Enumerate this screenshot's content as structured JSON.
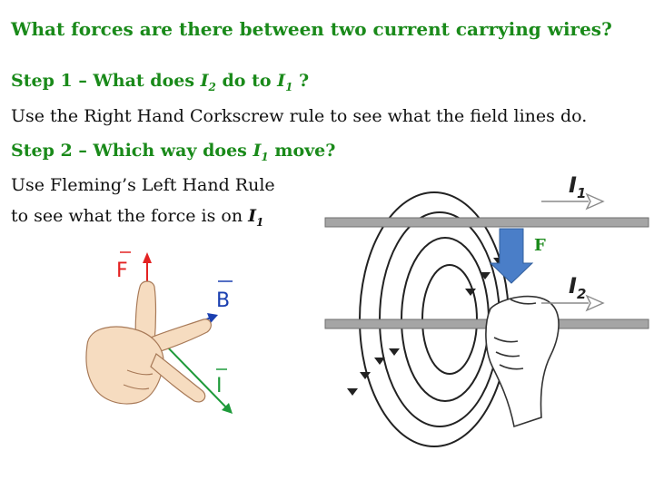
{
  "heading": {
    "title": "What forces are there between two current carrying wires?"
  },
  "step1": {
    "prefix": "Step 1 – What does ",
    "i2_letter": "I",
    "i2_sub": "2",
    "middle": " do to ",
    "i1_letter": "I",
    "i1_sub": "1",
    "suffix": " ?",
    "body": "Use the Right Hand Corkscrew rule to see what the field lines do."
  },
  "step2": {
    "prefix": "Step 2 – Which way does ",
    "i1_letter": "I",
    "i1_sub": "1",
    "suffix": " move?",
    "body_line1": "Use Fleming’s Left Hand Rule",
    "body_line2_prefix": "to see what the force is on ",
    "body_i1_letter": "I",
    "body_i1_sub": "1"
  },
  "left_hand_diagram": {
    "force_label": "F",
    "field_label": "B",
    "current_label": "I",
    "colors": {
      "force": "#e32222",
      "field": "#1a3fb0",
      "current": "#1e9a3a"
    }
  },
  "wires_diagram": {
    "current_top_letter": "I",
    "current_top_sub": "1",
    "current_bottom_letter": "I",
    "current_bottom_sub": "2",
    "force_label": "F",
    "colors": {
      "force_arrow": "#4a7ec8",
      "force_label": "#1a8a1a",
      "wire": "#9a9a9a"
    }
  }
}
